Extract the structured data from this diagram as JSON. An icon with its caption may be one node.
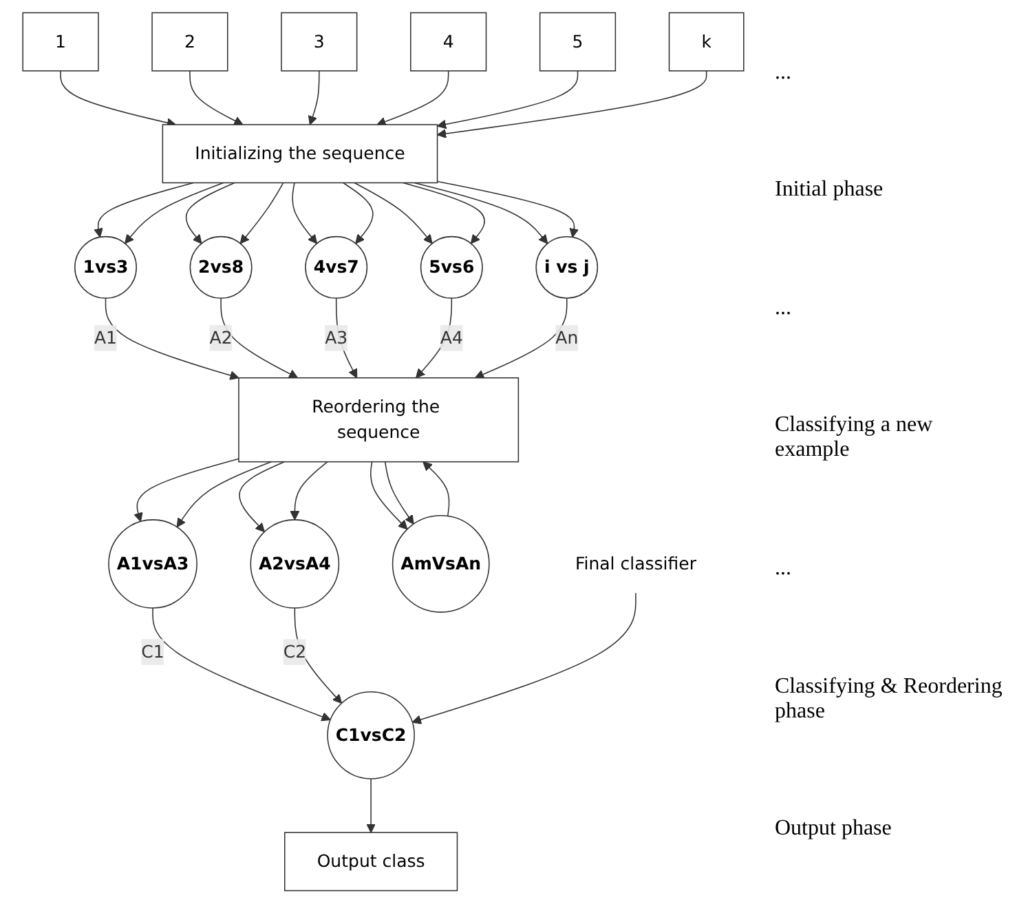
{
  "diagram": {
    "nodes": [
      {
        "text": [
          "1"
        ]
      },
      {
        "text": [
          "2"
        ]
      },
      {
        "text": [
          "3"
        ]
      },
      {
        "text": [
          "4"
        ]
      },
      {
        "text": [
          "5"
        ]
      },
      {
        "text": [
          "k"
        ]
      },
      {
        "text": [
          "Initializing the sequence"
        ]
      },
      {
        "text": [
          "1vs3"
        ]
      },
      {
        "text": [
          "2vs8"
        ]
      },
      {
        "text": [
          "4vs7"
        ]
      },
      {
        "text": [
          "5vs6"
        ]
      },
      {
        "text": [
          "i vs j"
        ]
      },
      {
        "text": [
          "Reordering the sequence"
        ]
      },
      {
        "text": [
          "A1vsA3"
        ]
      },
      {
        "text": [
          "A2vsA4"
        ]
      },
      {
        "text": [
          "AmVsAn"
        ]
      },
      {
        "text": [
          "C1vsC2"
        ]
      },
      {
        "text": [
          "Output class"
        ]
      },
      {
        "text": [
          "Final classifier"
        ]
      }
    ],
    "edges": [
      {
        "from": 0,
        "to": 6,
        "arrow": "to"
      },
      {
        "from": 1,
        "to": 6,
        "arrow": "to"
      },
      {
        "from": 2,
        "to": 6,
        "arrow": "to"
      },
      {
        "from": 3,
        "to": 6,
        "arrow": "to"
      },
      {
        "from": 4,
        "to": 6,
        "arrow": "to"
      },
      {
        "from": 5,
        "to": 6,
        "arrow": "to"
      },
      {
        "from": 6,
        "to": 7,
        "arrow": "to"
      },
      {
        "from": 6,
        "to": 7,
        "arrow": "to"
      },
      {
        "from": 6,
        "to": 8,
        "arrow": "to"
      },
      {
        "from": 6,
        "to": 8,
        "arrow": "to"
      },
      {
        "from": 6,
        "to": 9,
        "arrow": "to"
      },
      {
        "from": 6,
        "to": 9,
        "arrow": "to"
      },
      {
        "from": 6,
        "to": 10,
        "arrow": "to"
      },
      {
        "from": 6,
        "to": 10,
        "arrow": "to"
      },
      {
        "from": 6,
        "to": 11,
        "arrow": "to"
      },
      {
        "from": 6,
        "to": 11,
        "arrow": "to"
      },
      {
        "from": 7,
        "to": 12,
        "label": "A1",
        "arrow": "to"
      },
      {
        "from": 8,
        "to": 12,
        "label": "A2",
        "arrow": "to"
      },
      {
        "from": 9,
        "to": 12,
        "label": "A3",
        "arrow": "to"
      },
      {
        "from": 10,
        "to": 12,
        "label": "A4",
        "arrow": "to"
      },
      {
        "from": 11,
        "to": 12,
        "label": "An",
        "arrow": "to"
      },
      {
        "from": 12,
        "to": 13,
        "arrow": "to"
      },
      {
        "from": 12,
        "to": 13,
        "arrow": "to"
      },
      {
        "from": 12,
        "to": 14,
        "arrow": "to"
      },
      {
        "from": 12,
        "to": 14,
        "arrow": "to"
      },
      {
        "from": 12,
        "to": 15,
        "arrow": "to"
      },
      {
        "from": 12,
        "to": 15,
        "arrow": "to"
      },
      {
        "from": 15,
        "to": 12,
        "arrow": "to"
      },
      {
        "from": 13,
        "to": 16,
        "label": "C1",
        "arrow": "to"
      },
      {
        "from": 14,
        "to": 16,
        "label": "C2",
        "arrow": "to"
      },
      {
        "from": 16,
        "to": 17,
        "arrow": "to"
      },
      {
        "from": 18,
        "to": 16,
        "arrow": "to"
      }
    ],
    "labels": [
      "...",
      "Initial phase",
      "...",
      "Classifying a new example",
      "...",
      "Classifying & Reordering phase",
      "Output phase"
    ]
  }
}
